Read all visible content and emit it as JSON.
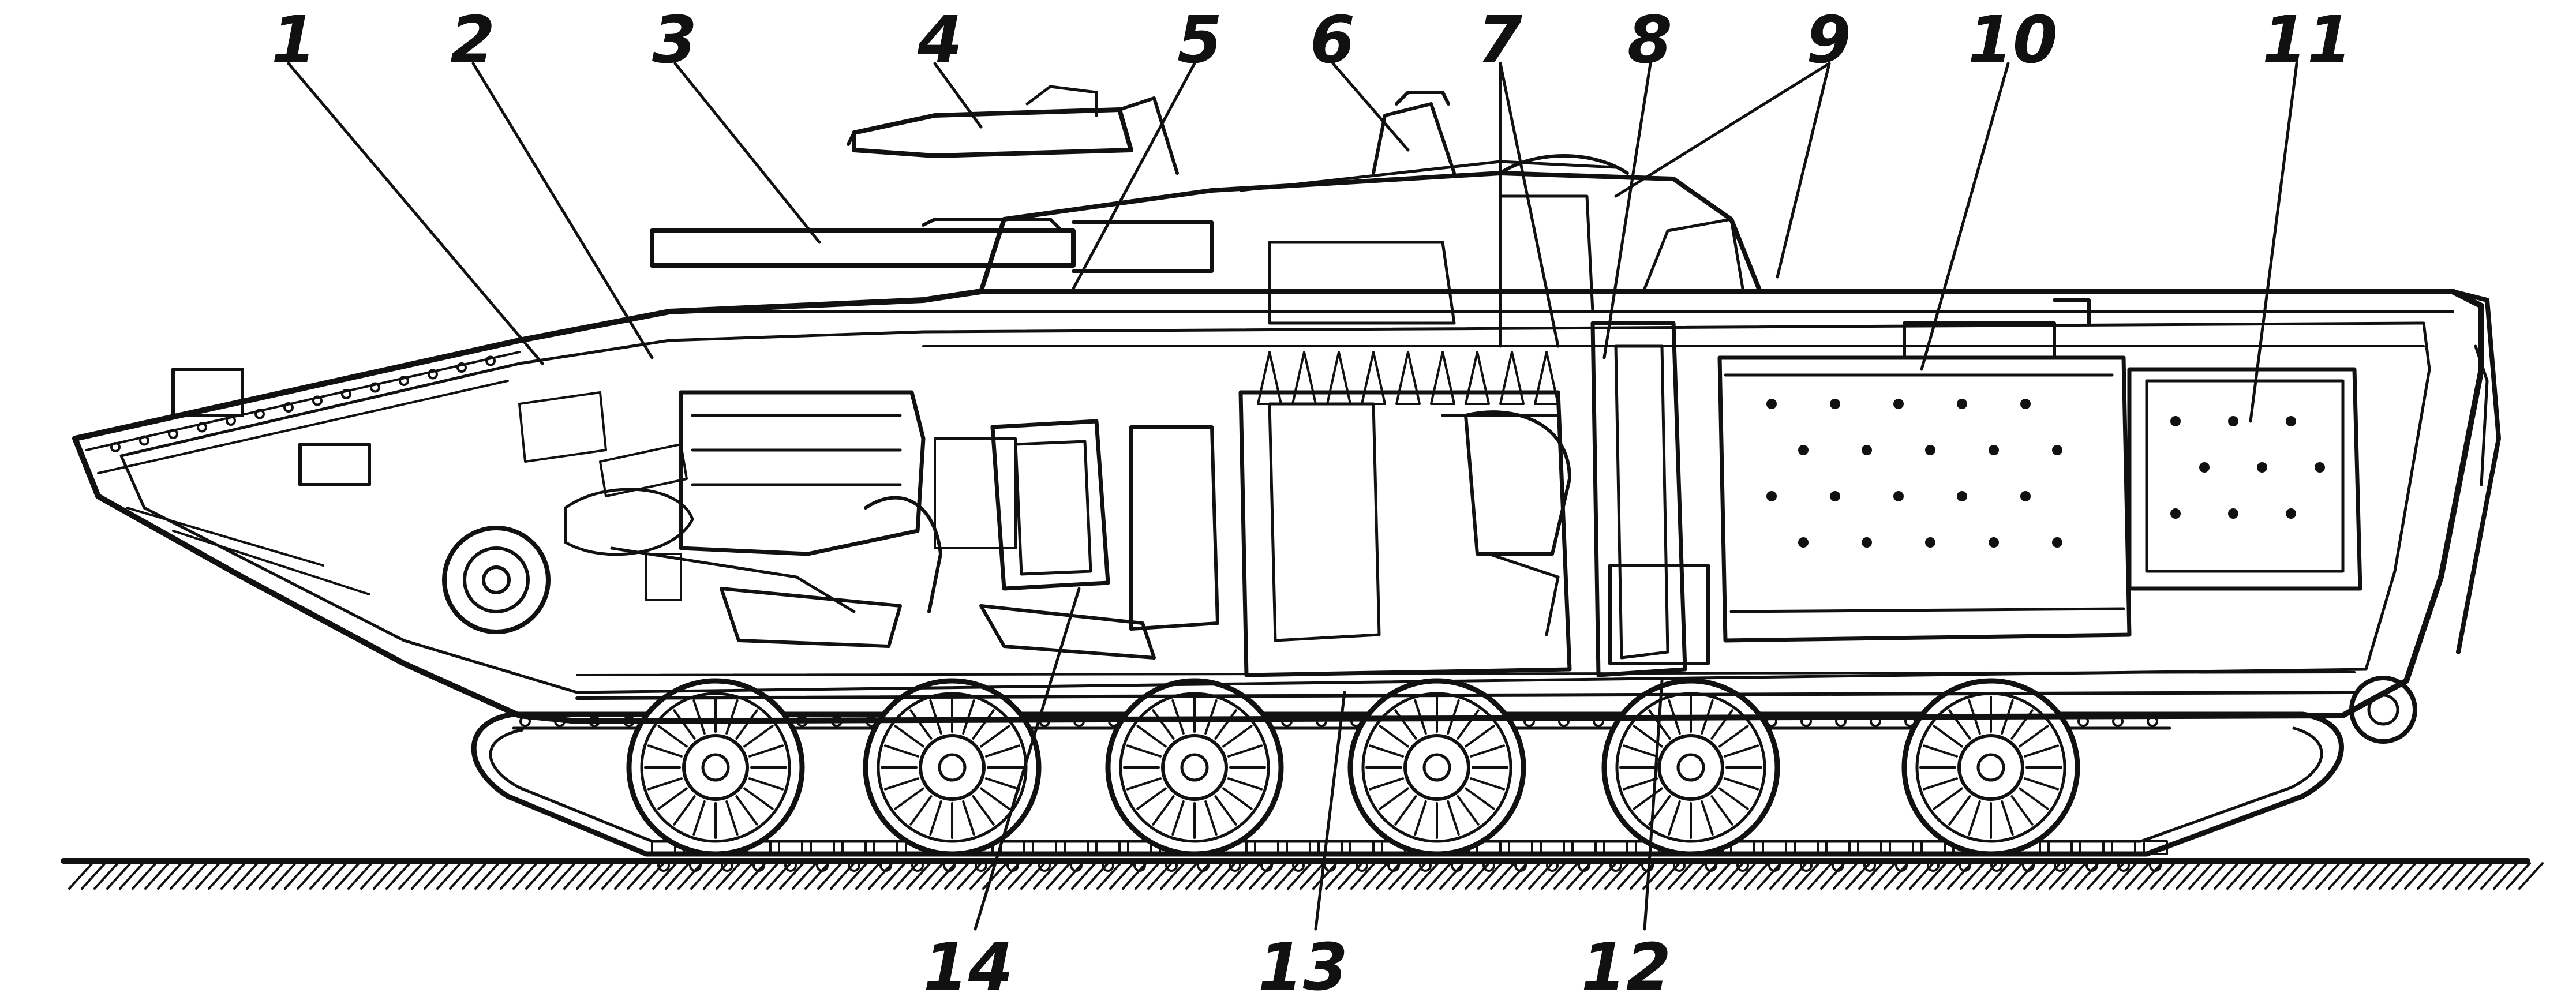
{
  "diagram": {
    "ink_color": "#111111",
    "paper_color": "#ffffff",
    "callouts": [
      "1",
      "2",
      "3",
      "4",
      "5",
      "6",
      "7",
      "8",
      "9",
      "10",
      "11",
      "12",
      "13",
      "14"
    ]
  }
}
